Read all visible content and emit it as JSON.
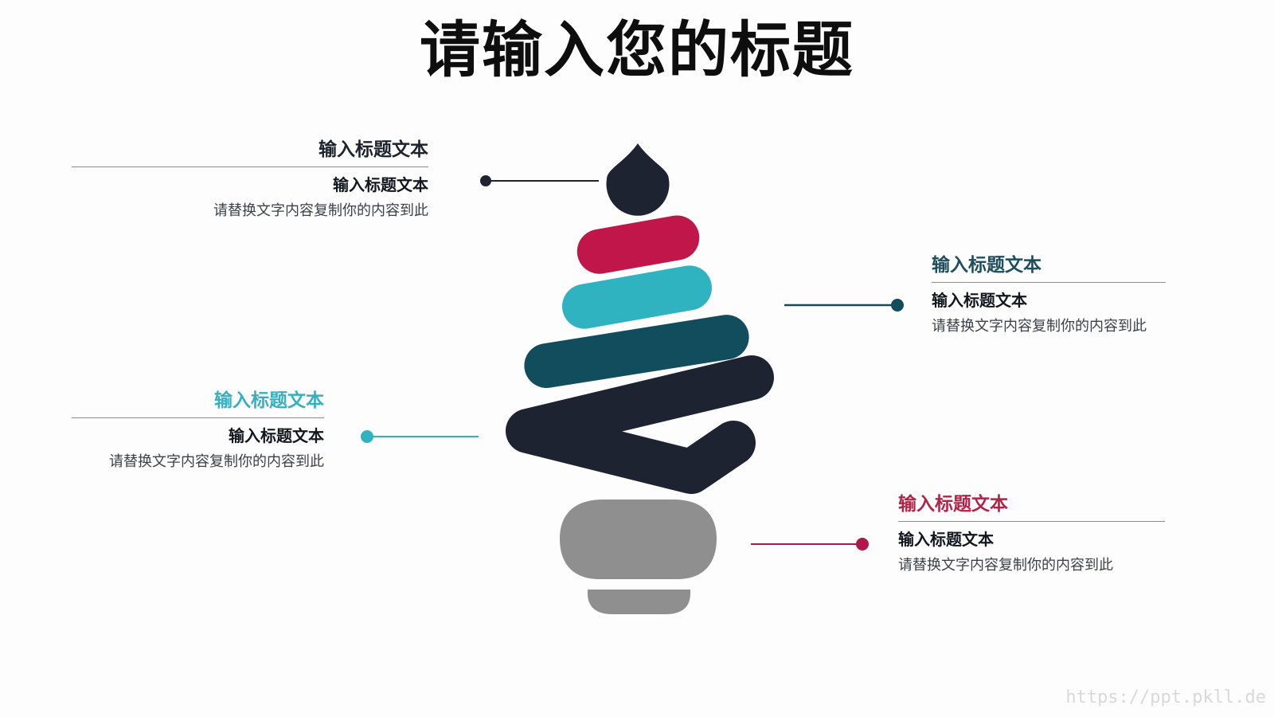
{
  "slide": {
    "title": "请输入您的标题",
    "watermark": "https://ppt.pkll.de"
  },
  "colors": {
    "background": "#fdfdfd",
    "navy": "#1d2330",
    "crimson": "#c1164a",
    "teal": "#2fb3c1",
    "dark_teal": "#124d5e",
    "gray": "#8f8f8f",
    "title_text": "#0e0e0e",
    "subheading_text": "#12161e",
    "body_text": "#3c4148",
    "rule_gray": "#8c8c8c",
    "watermark_gray": "#d9d9db"
  },
  "callouts": [
    {
      "position": "top-left",
      "heading": "输入标题文本",
      "subheading": "输入标题文本",
      "body": "请替换文字内容复制你的内容到此",
      "accent": "#1d232e",
      "connector": "#1d2330"
    },
    {
      "position": "middle-right",
      "heading": "输入标题文本",
      "subheading": "输入标题文本",
      "body": "请替换文字内容复制你的内容到此",
      "accent": "#1d4e5f",
      "connector": "#124d5e"
    },
    {
      "position": "middle-left",
      "heading": "输入标题文本",
      "subheading": "输入标题文本",
      "body": "请替换文字内容复制你的内容到此",
      "accent": "#35b0bf",
      "connector": "#2fb3c1"
    },
    {
      "position": "bottom-right",
      "heading": "输入标题文本",
      "subheading": "输入标题文本",
      "body": "请替换文字内容复制你的内容到此",
      "accent": "#b32347",
      "connector": "#b0174a"
    }
  ],
  "diagram": {
    "description": "spiral-tree of stacked rounded bars with droplet top and gray pot base",
    "shapes": [
      "droplet",
      "crimson-bar",
      "teal-bar",
      "dark-teal-bar",
      "navy-ribbon",
      "gray-pot",
      "gray-base"
    ]
  }
}
